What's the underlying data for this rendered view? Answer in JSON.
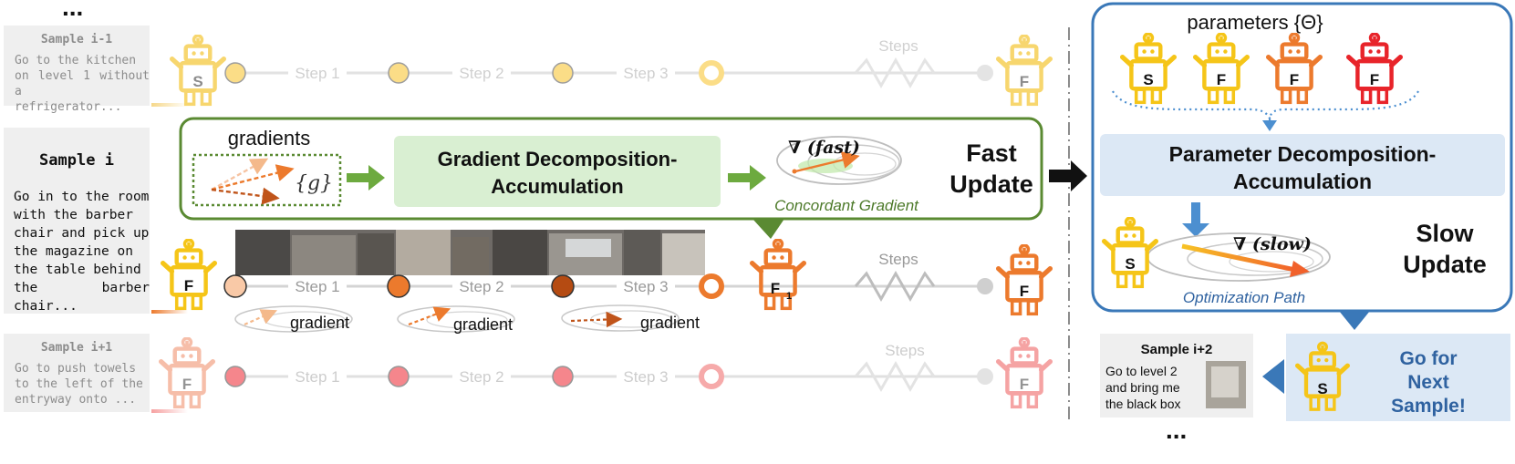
{
  "top_ellipsis": "...",
  "bottom_ellipsis": "...",
  "sample_prev": {
    "title": "Sample i-1",
    "text_lines": [
      "Go to the kitchen",
      "on level 1 without a",
      "refrigerator..."
    ]
  },
  "sample_cur": {
    "title": "Sample i",
    "text_lines": [
      "Go in to the room",
      "with the barber",
      "chair and pick up",
      "the magazine on",
      "the table behind",
      "the barber chair..."
    ]
  },
  "sample_next": {
    "title": "Sample i+1",
    "text_lines": [
      "Go to push towels",
      "to the left of the",
      "entryway onto ..."
    ]
  },
  "sample_next2": {
    "title": "Sample i+2",
    "text_lines": [
      "Go to level 2",
      "and bring me",
      "the black box"
    ]
  },
  "step_labels": [
    "Step 1",
    "Step 2",
    "Step 3"
  ],
  "steps_label": "Steps",
  "robot_letters": {
    "start": "S",
    "final": "F",
    "fast_final": "F",
    "fast_final_sub": "1"
  },
  "fast_box": {
    "gradients_label": "gradients",
    "g_label": "{g}",
    "decomp_line1": "Gradient Decomposition-",
    "decomp_line2": "Accumulation",
    "nabla_fast": "∇ (fast)",
    "concordant": "Concordant Gradient",
    "update_line1": "Fast",
    "update_line2": "Update"
  },
  "gradient_label": "gradient",
  "slow_box": {
    "params_label": "parameters {Θ}",
    "param_robots": [
      "S",
      "F",
      "F",
      "F"
    ],
    "decomp_line1": "Parameter  Decomposition-",
    "decomp_line2": "Accumulation",
    "nabla_slow": "∇ (slow)",
    "opt_path": "Optimization Path",
    "update_line1": "Slow",
    "update_line2": "Update"
  },
  "next_box": {
    "line1": "Go for",
    "line2": "Next",
    "line3": "Sample!"
  },
  "colors": {
    "yellow": "#f5c518",
    "orange": "#ec7a2d",
    "red": "#e8242a",
    "green": "#5a8a32",
    "green_fill": "#d9efd2",
    "blue": "#3a78b8",
    "blue_fill": "#dce8f5"
  }
}
